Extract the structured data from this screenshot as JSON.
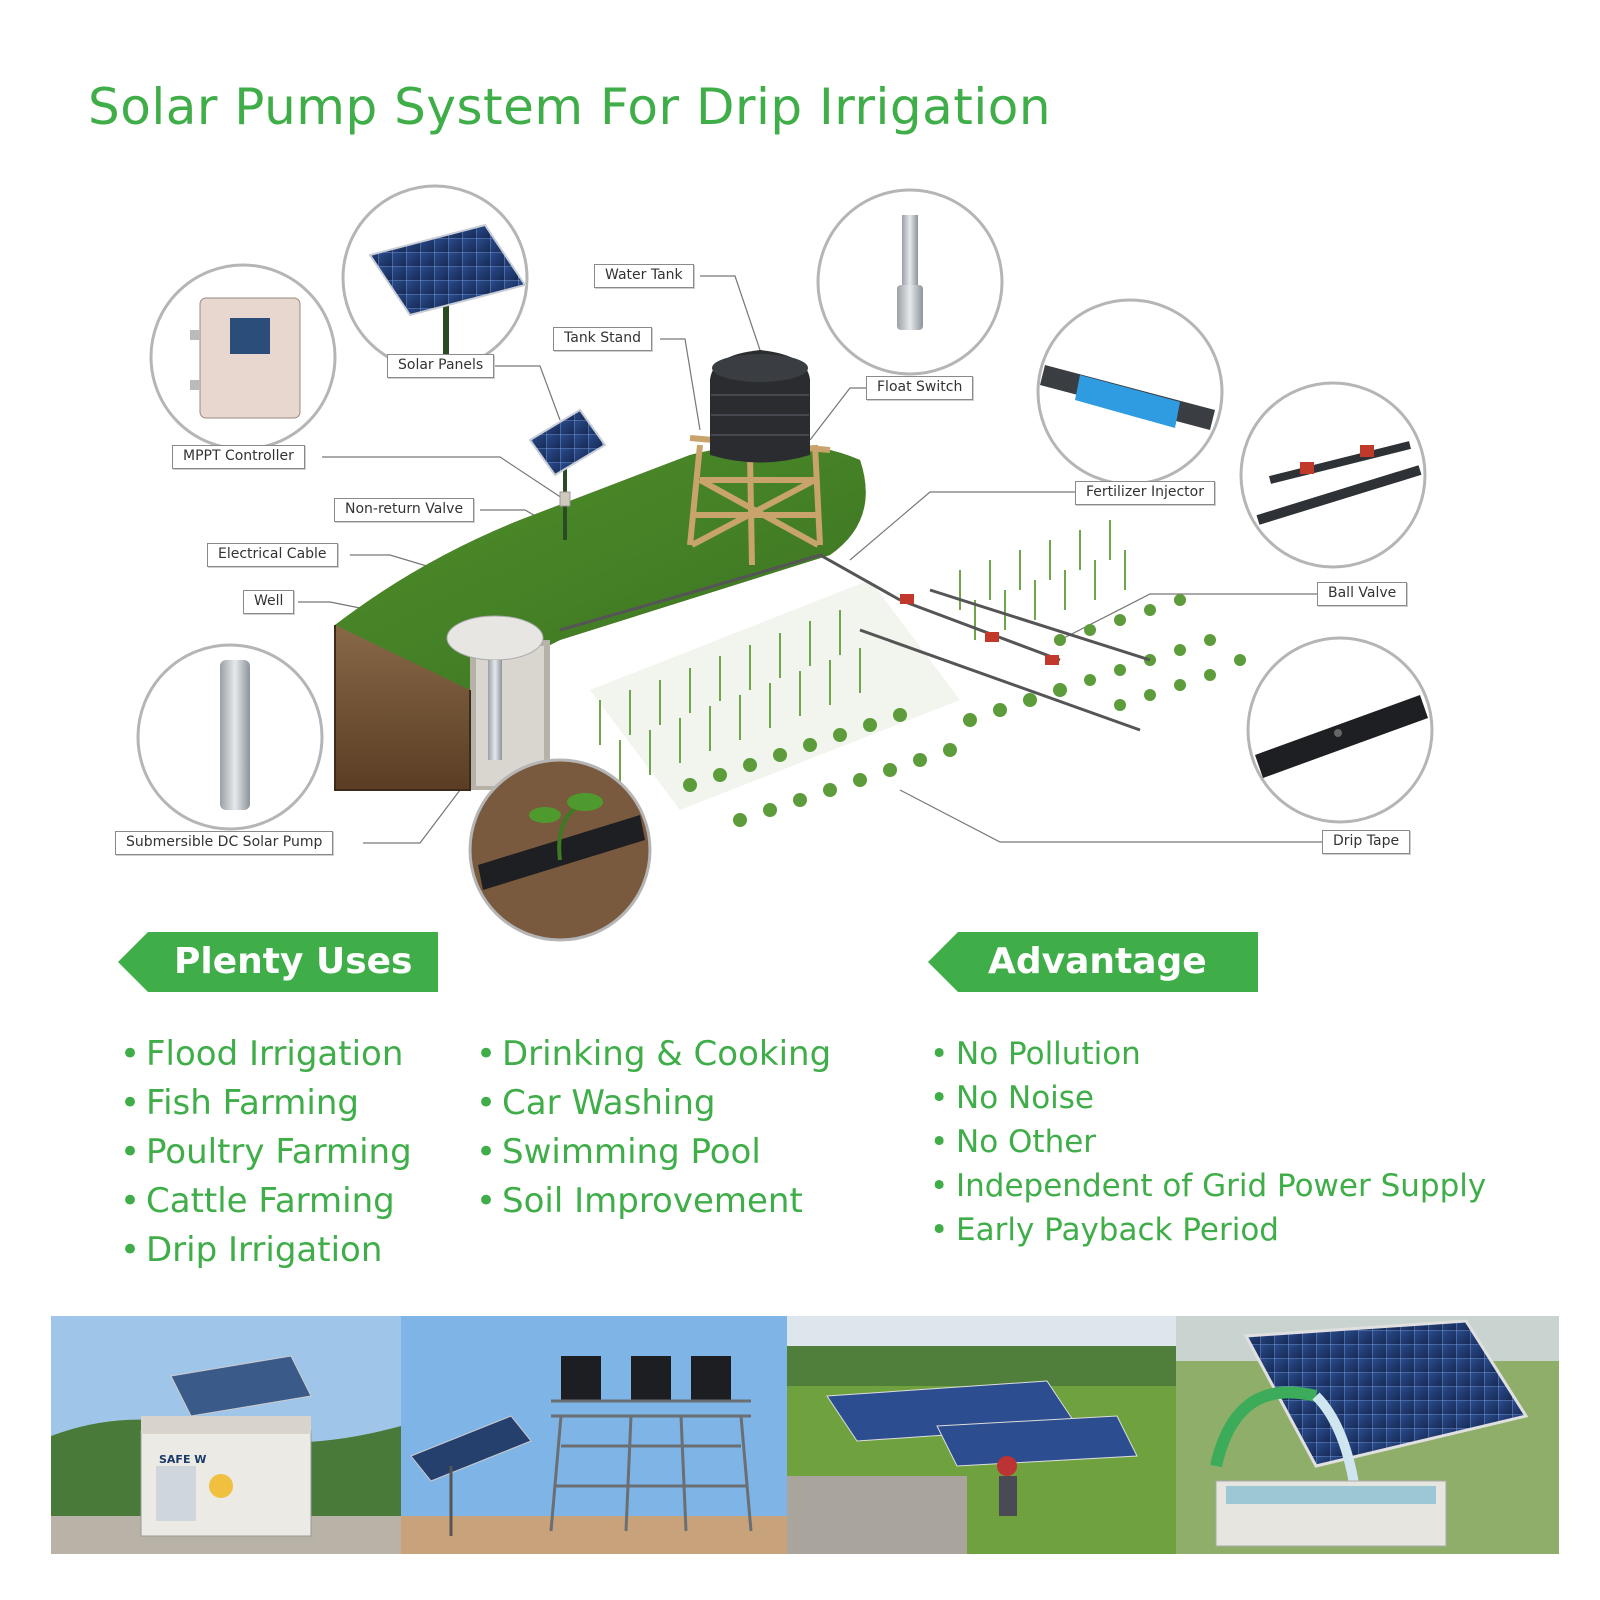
{
  "title": "Solar Pump System For Drip Irrigation",
  "colors": {
    "brand_green": "#3fae49",
    "callout_border": "#8a8a8a"
  },
  "diagram_labels": {
    "water_tank": "Water Tank",
    "tank_stand": "Tank Stand",
    "solar_panels": "Solar Panels",
    "float_switch": "Float Switch",
    "mppt_controller": "MPPT Controller",
    "non_return_valve": "Non-return Valve",
    "electrical_cable": "Electrical Cable",
    "well": "Well",
    "fertilizer_injector": "Fertilizer Injector",
    "ball_valve": "Ball Valve",
    "submersible_pump": "Submersible DC Solar Pump",
    "drip_tape": "Drip Tape"
  },
  "plenty_uses": {
    "heading": "Plenty Uses",
    "column_1": [
      "Flood Irrigation",
      "Fish Farming",
      "Poultry Farming",
      "Cattle Farming",
      "Drip Irrigation"
    ],
    "column_2": [
      "Drinking & Cooking",
      "Car Washing",
      "Swimming Pool",
      "Soil Improvement"
    ]
  },
  "advantage": {
    "heading": "Advantage",
    "items": [
      "No Pollution",
      "No Noise",
      "No Other",
      "Independent of Grid Power Supply",
      "Early Payback Period"
    ]
  },
  "photos": [
    "water-kiosk-photo",
    "elevated-tanks-photo",
    "solar-array-field-photo",
    "panel-pump-outflow-photo"
  ],
  "photo_signage": {
    "kiosk_sign": "SAFE W"
  }
}
